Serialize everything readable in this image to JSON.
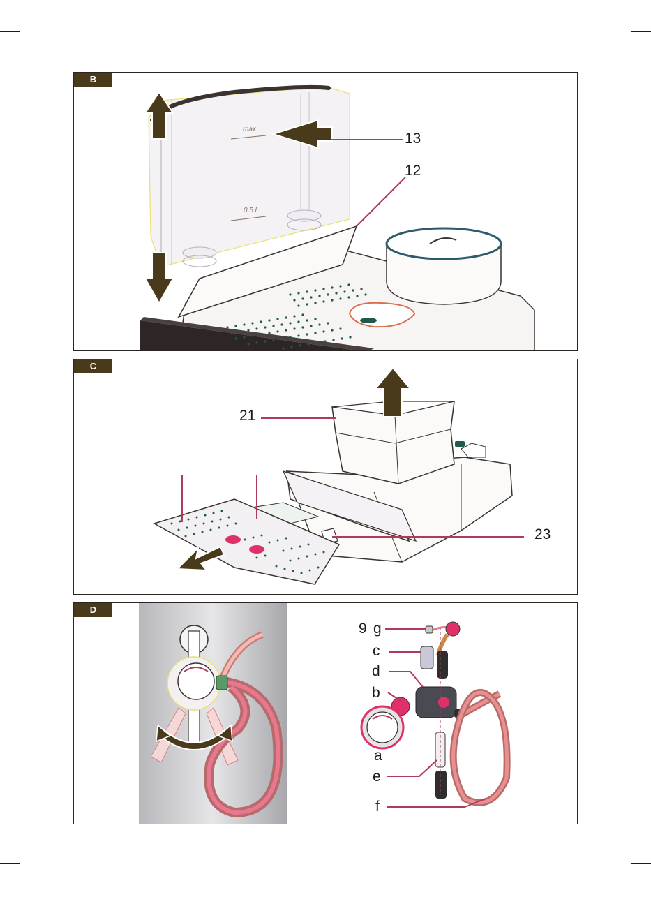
{
  "colors": {
    "panel_tag_bg": "#4a3a1c",
    "arrow_fill": "#4a3a1c",
    "leader_line": "#b03a5a",
    "hose": "#d97a7a",
    "dot_green": "#1f5a4a"
  },
  "panel_b": {
    "tag": "B",
    "label_13": "13",
    "label_12": "12",
    "tank_max": "max",
    "tank_half": "0,5 l"
  },
  "panel_c": {
    "tag": "C",
    "label_21": "21",
    "label_23": "23"
  },
  "panel_d": {
    "tag": "D",
    "label_9": "9",
    "label_g": "g",
    "label_c": "c",
    "label_d": "d",
    "label_b": "b",
    "label_a": "a",
    "label_e": "e",
    "label_f": "f"
  }
}
